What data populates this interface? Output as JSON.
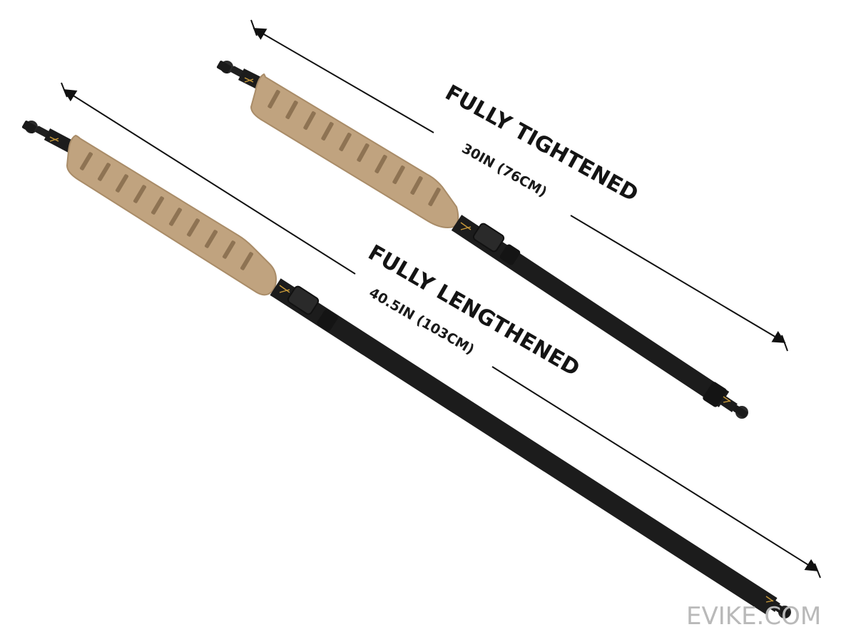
{
  "colors": {
    "pad": "#c0a37f",
    "pad_dark": "#8e7353",
    "strap": "#1c1c1c",
    "hardware": "#232323",
    "stitch": "#c99a3a",
    "arrow": "#111111",
    "watermark": "#b9b9b9"
  },
  "annotations": {
    "tightened": {
      "title": "FULLY TIGHTENED",
      "measure": "30IN (76CM)"
    },
    "lengthened": {
      "title": "FULLY LENGTHENED",
      "measure": "40.5IN (103CM)"
    }
  },
  "watermark": "EVIKE.COM"
}
